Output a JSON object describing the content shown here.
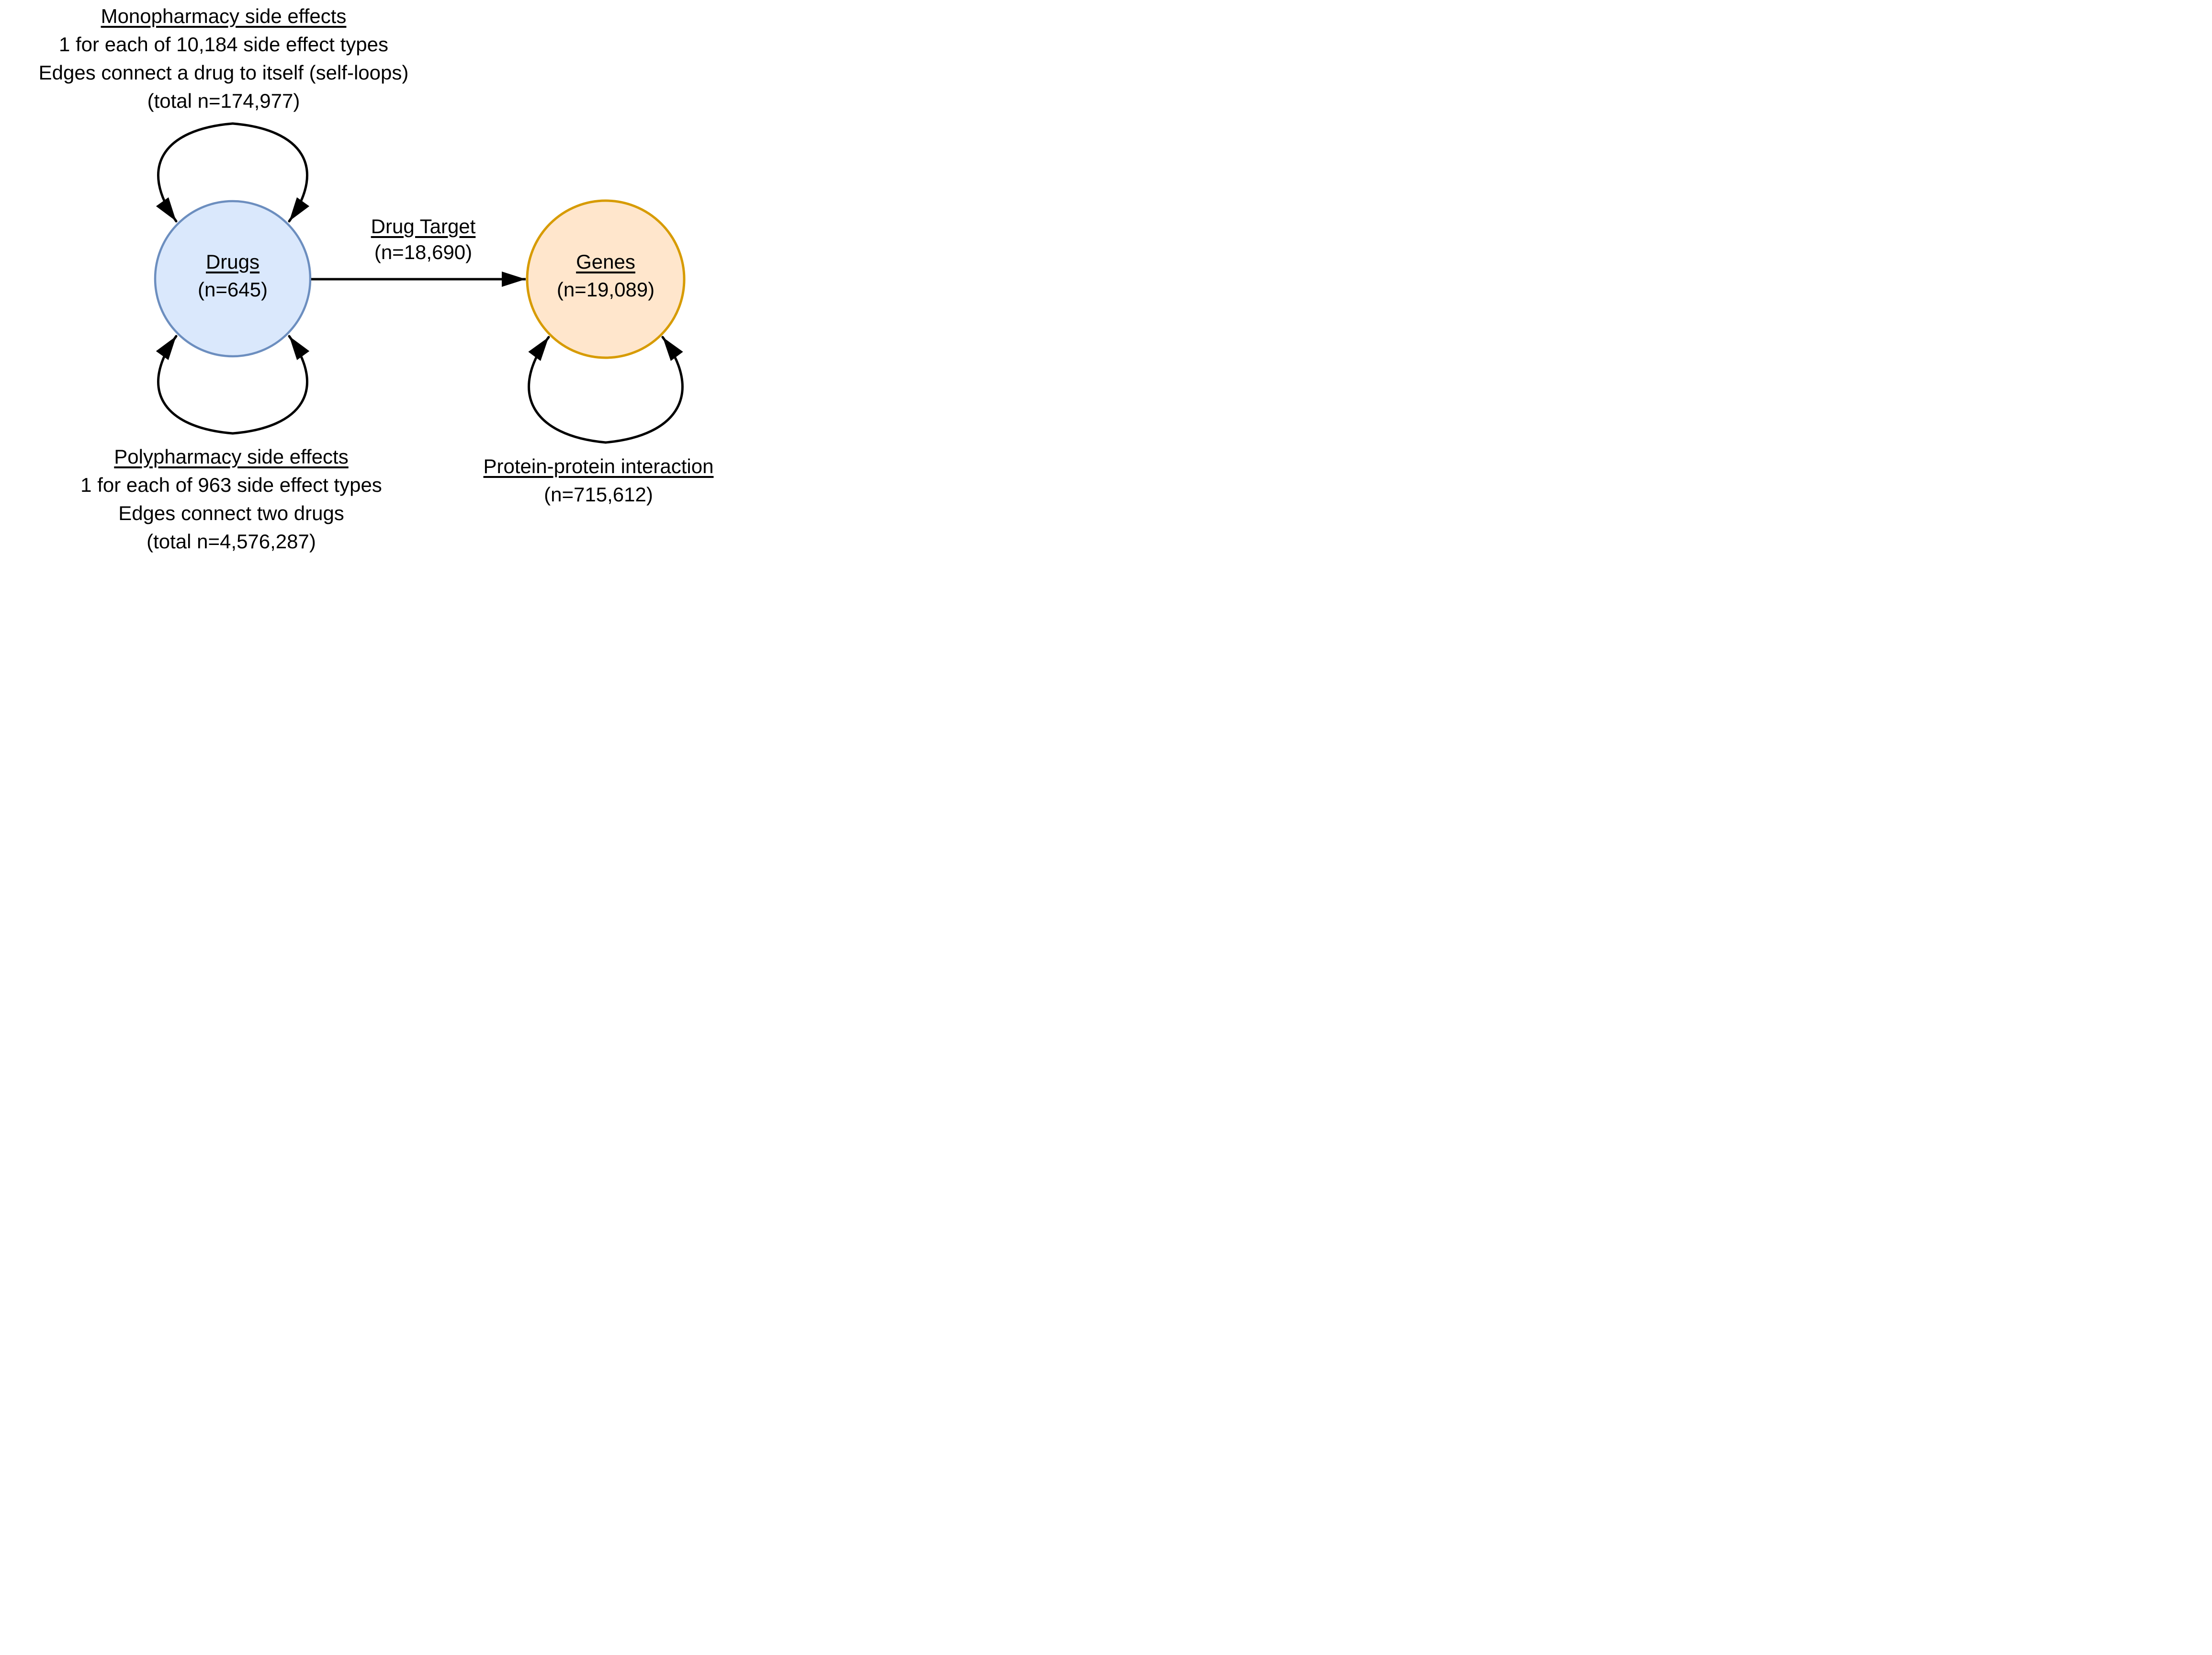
{
  "diagram": {
    "nodes": {
      "drugs": {
        "label": "Drugs",
        "count": "(n=645)"
      },
      "genes": {
        "label": "Genes",
        "count": "(n=19,089)"
      }
    },
    "edges": {
      "monopharmacy": {
        "title": "Monopharmacy side effects",
        "lines": [
          "1 for each of 10,184 side effect types",
          "Edges connect a drug to itself (self-loops)",
          "(total n=174,977)"
        ]
      },
      "polypharmacy": {
        "title": "Polypharmacy side effects",
        "lines": [
          "1 for each of 963 side effect types",
          "Edges connect two drugs",
          "(total n=4,576,287)"
        ]
      },
      "drug_target": {
        "title": "Drug Target",
        "count": "(n=18,690)"
      },
      "ppi": {
        "title": "Protein-protein interaction",
        "count": "(n=715,612)"
      }
    },
    "colors": {
      "drugs_fill": "#dae8fc",
      "drugs_stroke": "#6c8ebf",
      "genes_fill": "#ffe6cc",
      "genes_stroke": "#d79b00",
      "edge": "#000000"
    }
  }
}
